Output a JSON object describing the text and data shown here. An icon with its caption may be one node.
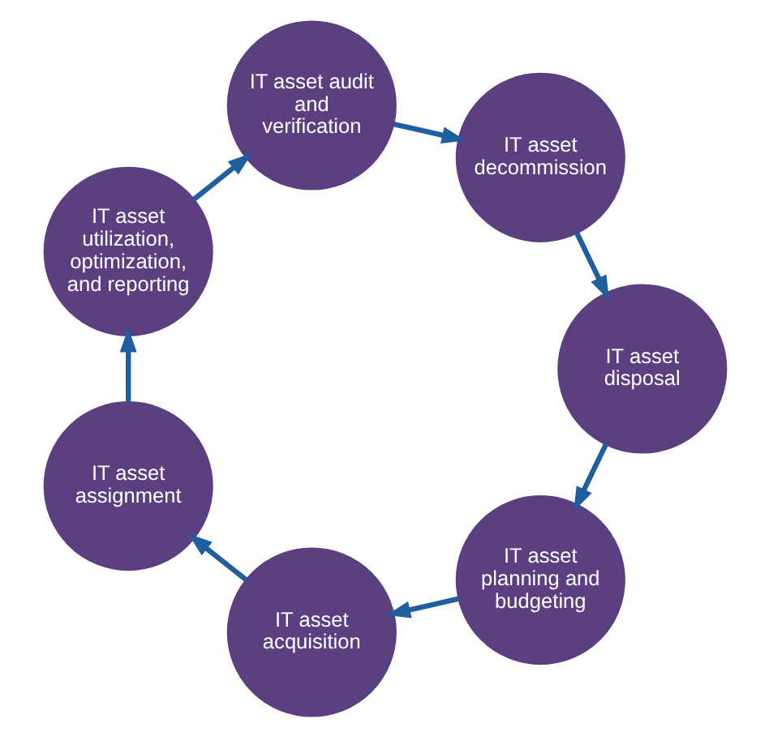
{
  "diagram": {
    "nodes": [
      {
        "text": [
          "IT asset planning and budgeting"
        ]
      },
      {
        "text": [
          "IT asset acquisition"
        ]
      },
      {
        "text": [
          "IT asset assignment"
        ]
      },
      {
        "text": [
          "IT asset utilization, optimization, and reporting"
        ]
      },
      {
        "text": [
          "IT asset audit and verification"
        ]
      },
      {
        "text": [
          "IT asset decommission"
        ]
      },
      {
        "text": [
          "IT asset disposal"
        ]
      }
    ],
    "edges": [
      {
        "from": 0,
        "to": 1,
        "arrow": "to"
      },
      {
        "from": 1,
        "to": 2,
        "arrow": "to"
      },
      {
        "from": 2,
        "to": 3,
        "arrow": "to"
      },
      {
        "from": 3,
        "to": 4,
        "arrow": "to"
      },
      {
        "from": 4,
        "to": 5,
        "arrow": "to"
      },
      {
        "from": 5,
        "to": 6,
        "arrow": "to"
      },
      {
        "from": 6,
        "to": 0,
        "arrow": "to"
      }
    ]
  }
}
